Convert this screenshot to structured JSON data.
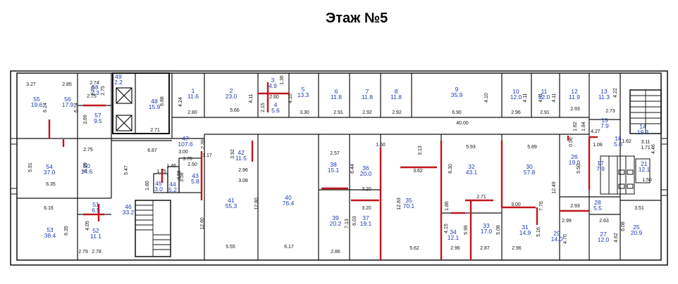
{
  "title": "Этаж №5",
  "rooms": [
    {
      "n": "1",
      "a": "11.6"
    },
    {
      "n": "2",
      "a": "23.0"
    },
    {
      "n": "3",
      "a": "4.9"
    },
    {
      "n": "4",
      "a": "5.6"
    },
    {
      "n": "5",
      "a": "13.3"
    },
    {
      "n": "6",
      "a": "11.8"
    },
    {
      "n": "7",
      "a": "11.8"
    },
    {
      "n": "8",
      "a": "11.8"
    },
    {
      "n": "9",
      "a": "35.9"
    },
    {
      "n": "10",
      "a": "12.0"
    },
    {
      "n": "11",
      "a": "12.0"
    },
    {
      "n": "12",
      "a": "11.9"
    },
    {
      "n": "13",
      "a": "11.3"
    },
    {
      "n": "14",
      "a": "19.3"
    },
    {
      "n": "15",
      "a": "7.9"
    },
    {
      "n": "16",
      "a": "5.0"
    },
    {
      "n": "17",
      "a": "7.9"
    },
    {
      "n": "21",
      "a": "12.1"
    },
    {
      "n": "25",
      "a": "20.9"
    },
    {
      "n": "26",
      "a": "19.0"
    },
    {
      "n": "27",
      "a": "12.0"
    },
    {
      "n": "28",
      "a": "5.5"
    },
    {
      "n": "29",
      "a": "14.0"
    },
    {
      "n": "30",
      "a": "57.8"
    },
    {
      "n": "31",
      "a": "14.9"
    },
    {
      "n": "32",
      "a": "43.1"
    },
    {
      "n": "33",
      "a": "17.0"
    },
    {
      "n": "34",
      "a": "12.1"
    },
    {
      "n": "35",
      "a": "70.1"
    },
    {
      "n": "36",
      "a": "20.0"
    },
    {
      "n": "37",
      "a": "19.1"
    },
    {
      "n": "38",
      "a": "15.1"
    },
    {
      "n": "39",
      "a": "20.2"
    },
    {
      "n": "40",
      "a": "76.4"
    },
    {
      "n": "41",
      "a": "55.3"
    },
    {
      "n": "42",
      "a": "11.5"
    },
    {
      "n": "43",
      "a": "5.8"
    },
    {
      "n": "44",
      "a": "5.2"
    },
    {
      "n": "45",
      "a": "3.0"
    },
    {
      "n": "46",
      "a": "33.2"
    },
    {
      "n": "47",
      "a": "107.6"
    },
    {
      "n": "48",
      "a": "15.9"
    },
    {
      "n": "49",
      "a": "2.2"
    },
    {
      "n": "50",
      "a": "14.6"
    },
    {
      "n": "51",
      "a": "6.5"
    },
    {
      "n": "52",
      "a": "11.1"
    },
    {
      "n": "53",
      "a": "38.4"
    },
    {
      "n": "54",
      "a": "37.0"
    },
    {
      "n": "55",
      "a": "19.6"
    },
    {
      "n": "56",
      "a": "17.9"
    },
    {
      "n": "57",
      "a": "9.5"
    },
    {
      "n": "58",
      "a": "7.3"
    }
  ],
  "dimensions": [
    "3.27",
    "2.85",
    "2.74",
    "2.75",
    "2.75",
    "6.24",
    "6.24",
    "2.75",
    "3.69",
    "2.71",
    "6.88",
    "4.24",
    "2.80",
    "4.11",
    "5.66",
    "2.15",
    "2.60",
    "4.10",
    "1.36",
    "3.30",
    "2.91",
    "2.92",
    "2.92",
    "6.90",
    "4.10",
    "2.96",
    "4.11",
    "4.11",
    "2.91",
    "4.11",
    "2.93",
    "4.22",
    "2.73",
    "40.00",
    "1.82",
    "1.84",
    "4.27",
    "1.08",
    "1.62",
    "3.11",
    "1.71",
    "4.46",
    "1.50",
    "5.91",
    "5.39",
    "6.35",
    "2.75",
    "6.87",
    "5.47",
    "3.00",
    "1.17",
    "2.39",
    "3.70",
    "3.92",
    "2.96",
    "3.08",
    "1.75",
    "1.46",
    "2.50",
    "3.56",
    "3.58",
    "1.80",
    "2.57",
    "1.60",
    "3.13",
    "5.93",
    "5.89",
    "6.44",
    "3.62",
    "8.30",
    "12.49",
    "5.50",
    "7.76",
    "0.56",
    "3.20",
    "3.20",
    "12.83",
    "12.80",
    "12.80",
    "2.71",
    "3.00",
    "2.93",
    "3.51",
    "6.16",
    "6.35",
    "2.79",
    "4.05",
    "2.78",
    "7.13",
    "6.03",
    "1.86",
    "4.15",
    "5.99",
    "5.08",
    "5.16",
    "2.99",
    "4.70",
    "2.63",
    "4.62",
    "6.08",
    "2.86",
    "5.62",
    "2.96",
    "2.87",
    "2.96",
    "5.55",
    "6.17"
  ]
}
